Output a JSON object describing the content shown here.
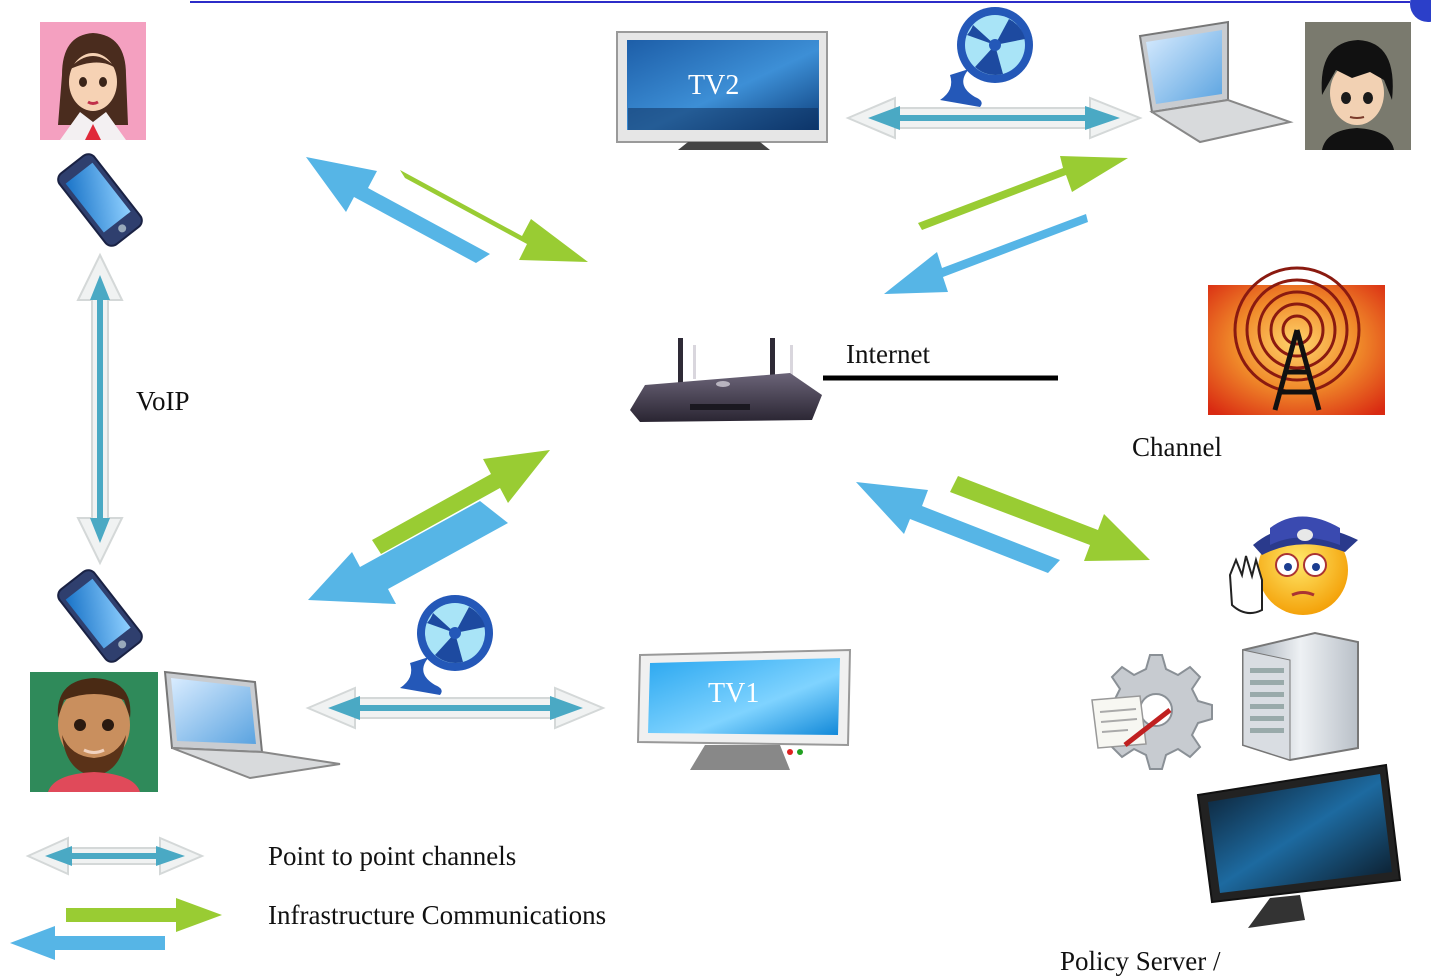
{
  "labels": {
    "voip": "VoIP",
    "internet": "Internet",
    "channel": "Channel",
    "tv1": "TV1",
    "tv2": "TV2",
    "policy_server": "Policy Server /"
  },
  "legend": {
    "p2p": "Point to point channels",
    "infra": "Infrastructure Communications"
  },
  "colors": {
    "infra_green": "#99cc33",
    "infra_blue": "#56b5e6",
    "p2p_teal": "#4aa9c4",
    "p2p_outline": "#d9dcdc",
    "header_line": "#2c2cc8"
  },
  "icons": [
    "woman-avatar-icon",
    "man-dark-hair-avatar-icon",
    "bearded-man-avatar-icon",
    "smartphone-icon",
    "laptop-icon",
    "tv-icon",
    "router-icon",
    "broadcast-tower-icon",
    "police-officer-icon",
    "gear-document-icon",
    "server-tower-icon",
    "monitor-icon",
    "film-reel-icon"
  ]
}
